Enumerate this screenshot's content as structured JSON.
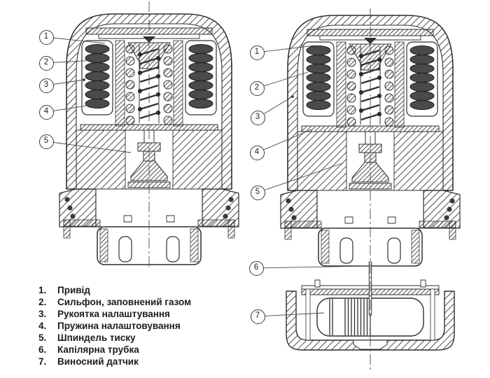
{
  "colors": {
    "line": "#2f2f2f",
    "hatch": "#5a5a5a",
    "spring_fill": "#4a4a4a",
    "background": "#ffffff",
    "text": "#1c1c1c"
  },
  "left_diagram": {
    "callouts": [
      {
        "num": "1"
      },
      {
        "num": "2"
      },
      {
        "num": "3"
      },
      {
        "num": "4"
      },
      {
        "num": "5"
      }
    ]
  },
  "right_diagram": {
    "callouts": [
      {
        "num": "1"
      },
      {
        "num": "2"
      },
      {
        "num": "3"
      },
      {
        "num": "4"
      },
      {
        "num": "5"
      },
      {
        "num": "6"
      },
      {
        "num": "7"
      }
    ]
  },
  "legend": {
    "items": [
      {
        "num": "1.",
        "label": "Привід"
      },
      {
        "num": "2.",
        "label": "Сильфон, заповнений газом"
      },
      {
        "num": "3.",
        "label": "Рукоятка налаштування"
      },
      {
        "num": "4.",
        "label": "Пружина налаштовування"
      },
      {
        "num": "5.",
        "label": "Шпиндель тиску"
      },
      {
        "num": "6.",
        "label": "Капілярна трубка"
      },
      {
        "num": "7.",
        "label": "Виносний датчик"
      }
    ]
  }
}
